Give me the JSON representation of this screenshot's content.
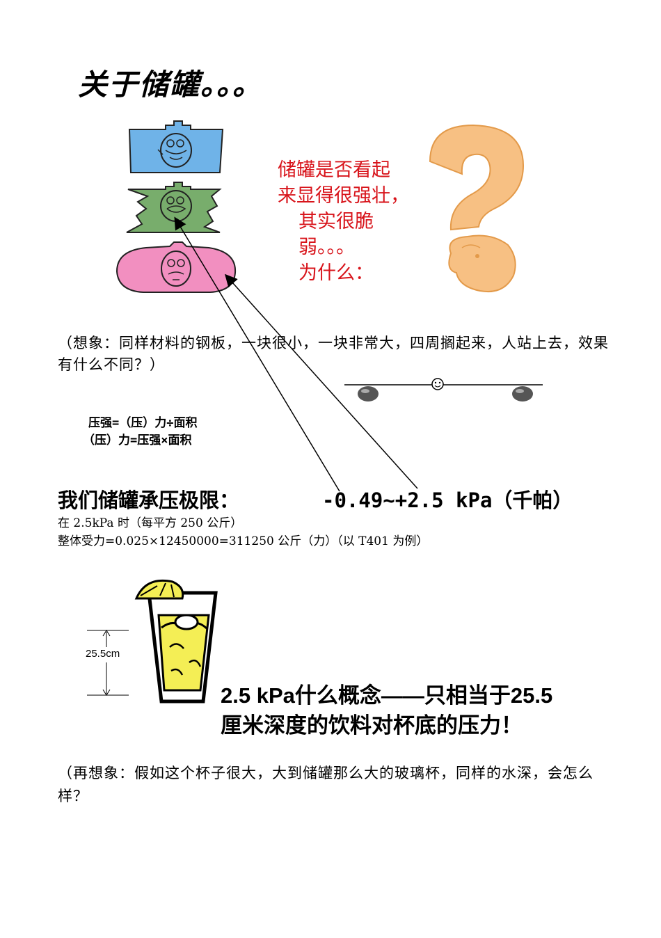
{
  "title": "关于储罐。。。",
  "question": {
    "line1": "储罐是否看起",
    "line2": "来显得很强壮，",
    "line3": "其实很脆",
    "line4": "弱。。。",
    "line5": "为什么："
  },
  "imagine1": "（想象：同样材料的钢板，一块很小，一块非常大，四周搁起来，人站上去，效果有什么不同？）",
  "formula": {
    "line1": "压强=（压）力÷面积",
    "line2": "（压）力=压强×面积"
  },
  "limit": {
    "label": "我们储罐承压极限：",
    "value": "-0.49~+2.5 kPa（千帕）"
  },
  "detail": {
    "line1": "在 2.5kPa 时（每平方 250 公斤）",
    "line2": "整体受力=0.025×12450000=311250 公斤（力）（以 T401 为例）"
  },
  "measure_label": "25.5cm",
  "concept": {
    "line1": "2.5 kPa什么概念——只相当于25.5",
    "line2": "厘米深度的饮料对杯底的压力！"
  },
  "imagine2": "（再想象：假如这个杯子很大，大到储罐那么大的玻璃杯，同样的水深，会怎么样？"
}
